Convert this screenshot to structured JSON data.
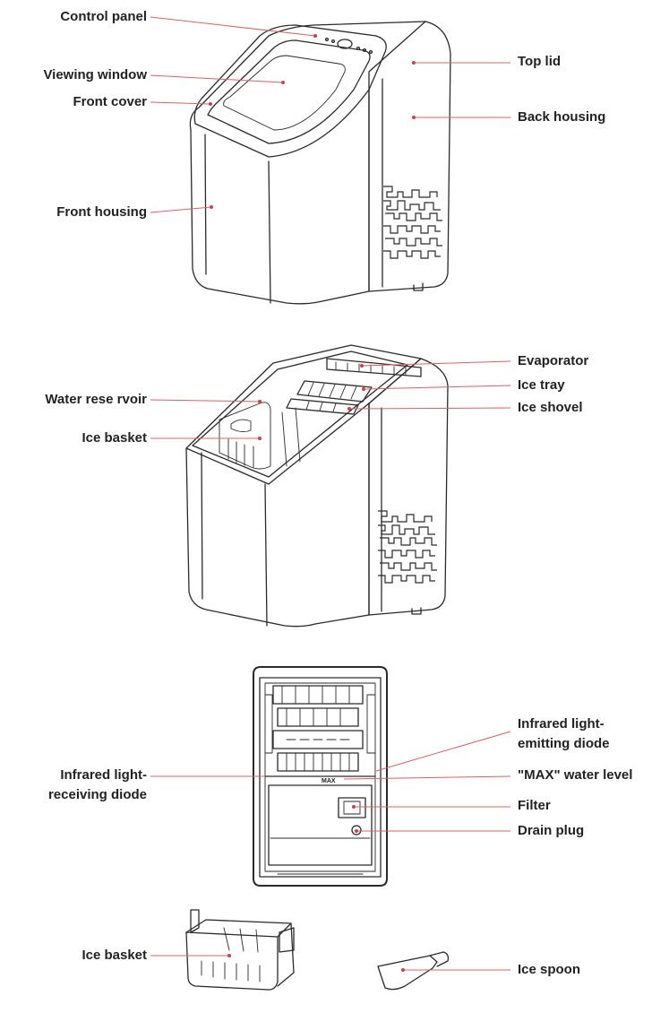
{
  "colors": {
    "leader_line": "#d9606b",
    "drawing": "#2a2a2a",
    "text": "#222222"
  },
  "figures": [
    {
      "name": "assembled-unit",
      "labels": {
        "control_panel": "Control panel",
        "viewing_window": "Viewing window",
        "front_cover": "Front cover",
        "front_housing": "Front housing",
        "top_lid": "Top lid",
        "back_housing": "Back housing"
      }
    },
    {
      "name": "open-unit",
      "labels": {
        "water_reservoir": "Water rese rvoir",
        "ice_basket": "Ice basket",
        "evaporator": "Evaporator",
        "ice_tray": "Ice tray",
        "ice_shovel": "Ice shovel"
      }
    },
    {
      "name": "top-view-interior",
      "labels": {
        "ir_receiving_line1": "Infrared light-",
        "ir_receiving_line2": "receiving diode",
        "ir_emitting_line1": "Infrared light-",
        "ir_emitting_line2": "emitting diode",
        "max_water_level": "\"MAX\" water level",
        "filter": "Filter",
        "drain_plug": "Drain plug",
        "max_mark": "MAX"
      }
    },
    {
      "name": "accessories",
      "labels": {
        "ice_basket": "Ice basket",
        "ice_spoon": "Ice spoon"
      }
    }
  ]
}
